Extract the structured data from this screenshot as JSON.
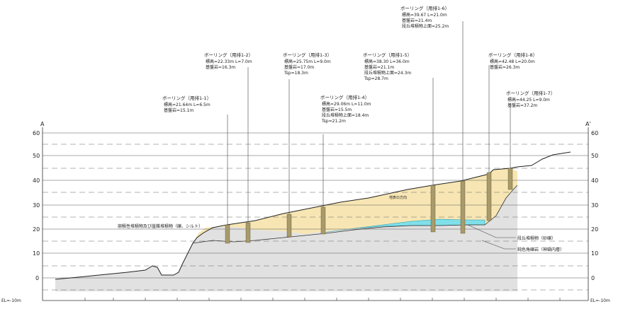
{
  "section": {
    "left_mark": "A",
    "right_mark": "A'",
    "left_el_label": "EL=-10m",
    "right_el_label": "EL=-10m"
  },
  "axis": {
    "ticks": [
      "60",
      "50",
      "40",
      "30",
      "20",
      "10",
      "0"
    ]
  },
  "colors": {
    "colluvium": "#f7e6b4",
    "gravel_layer": "#7fe0ea",
    "bedrock": "#e1e1e1",
    "borehole": "#a89a6a"
  },
  "boreholes": [
    {
      "id": "bh-1-6",
      "title": "ボーリング（用排1-6）",
      "lines": [
        "標高=39.67 L=21.0m",
        "基盤岩=21.4m",
        "段丘堆積物上面=25.2m"
      ]
    },
    {
      "id": "bh-1-2",
      "title": "ボーリング（用排1-2）",
      "lines": [
        "標高=22.33m L=7.0m",
        "基盤岩=16.3m"
      ]
    },
    {
      "id": "bh-1-3",
      "title": "ボーリング（用排1-3）",
      "lines": [
        "標高=25.75m L=9.0m",
        "基盤岩=17.0m",
        "Tsp=18.3m"
      ]
    },
    {
      "id": "bh-1-5",
      "title": "ボーリング（用排1-5）",
      "lines": [
        "標高=38.30 L=36.0m",
        "基盤岩=21.1m",
        "段丘堆積物上面=24.3m",
        "Tsp=28.7m"
      ]
    },
    {
      "id": "bh-1-8",
      "title": "ボーリング（用排1-8）",
      "lines": [
        "標高=42.48 L=20.0m",
        "基盤岩=26.3m"
      ]
    },
    {
      "id": "bh-1-1",
      "title": "ボーリング（用排1-1）",
      "lines": [
        "標高=21.64m L=6.5m",
        "基盤岩=15.1m"
      ]
    },
    {
      "id": "bh-1-4",
      "title": "ボーリング（用排1-4）",
      "lines": [
        "標高=29.06m L=11.0m",
        "基盤岩=15.5m",
        "段丘堆積物上面=18.4m",
        "Tsp=21.2m"
      ]
    },
    {
      "id": "bh-1-7",
      "title": "ボーリング（用排1-7）",
      "lines": [
        "標高=44.25 L=9.0m",
        "基盤岩=37.2m"
      ]
    }
  ],
  "layers": {
    "colluvium_label": "崩積性堆積物及び崖錐堆積物（礫、シルト）",
    "terrace_label": "段丘堆積物（砂礫）",
    "bedrock_label": "鈍色角礫岩（神鍋内層）",
    "small_label": "地表の方向"
  }
}
